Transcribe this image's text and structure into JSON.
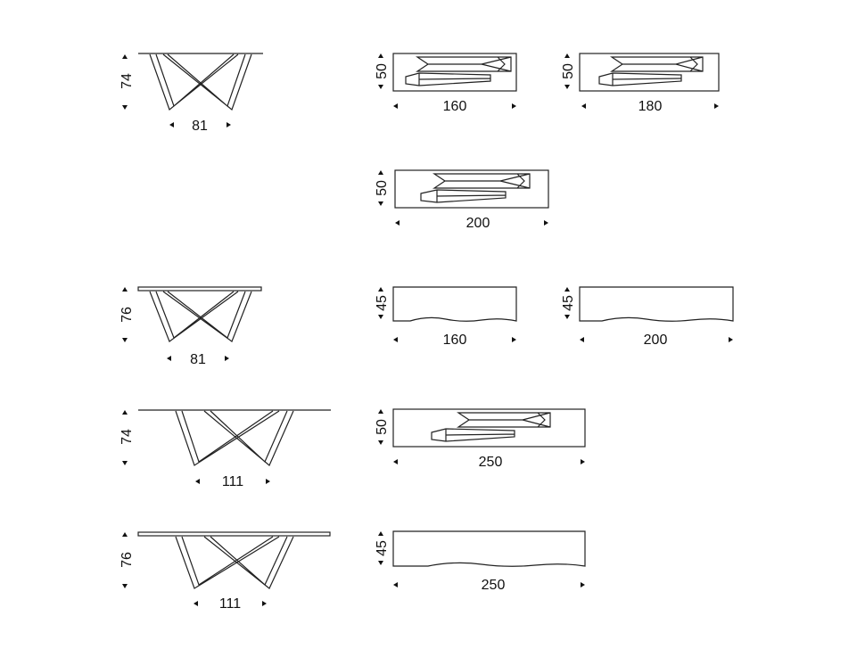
{
  "sheet": {
    "rows": [
      {
        "side": {
          "height": "74",
          "width": "81"
        },
        "tops": [
          {
            "depth": "50",
            "length": "160",
            "style": "bars"
          },
          {
            "depth": "50",
            "length": "180",
            "style": "bars"
          }
        ]
      },
      {
        "side": null,
        "tops": [
          {
            "depth": "50",
            "length": "200",
            "style": "bars"
          }
        ]
      },
      {
        "side": {
          "height": "76",
          "width": "81"
        },
        "tops": [
          {
            "depth": "45",
            "length": "160",
            "style": "wave"
          },
          {
            "depth": "45",
            "length": "200",
            "style": "wave"
          }
        ]
      },
      {
        "side": {
          "height": "74",
          "width": "111"
        },
        "tops": [
          {
            "depth": "50",
            "length": "250",
            "style": "bars"
          }
        ]
      },
      {
        "side": {
          "height": "76",
          "width": "111"
        },
        "tops": [
          {
            "depth": "45",
            "length": "250",
            "style": "wave"
          }
        ]
      }
    ]
  }
}
